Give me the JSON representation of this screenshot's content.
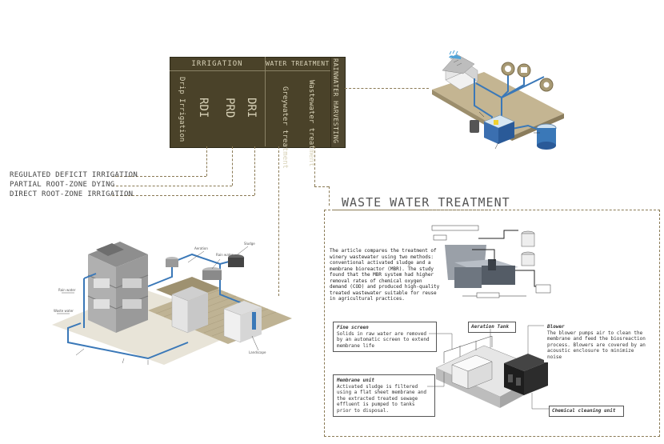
{
  "header": {
    "irrigation_label": "IRRIGATION",
    "water_treatment_label": "WATER TREATMENT",
    "rainwater_label": "RAINWATER HARVESTING",
    "col_drip": "Drip Irrigation",
    "col_rdi": "RDI",
    "col_prd": "PRD",
    "col_dri": "DRI",
    "col_greywater": "Greywater treatment",
    "col_wastewater": "Wastewater treatment"
  },
  "legend": {
    "rdi": "REGULATED DEFICIT IRRIGATION",
    "prd": "PARTIAL ROOT-ZONE DYING",
    "dri": "DIRECT ROOT-ZONE IRRIGATION"
  },
  "wwt": {
    "title": "WASTE WATER TREATMENT",
    "intro": "The article compares the treatment of winery wastewater using two methods: conventional activated sludge and a membrane bioreactor (MBR). The study found that the MBR system had higher removal rates of chemical oxygen demand (COD) and produced high-quality treated wastewater suitable for reuse in agricultural practices.",
    "fine_screen_title": "Fine screen",
    "fine_screen_text": "Solids in raw water are removed by an automatic screen to extend membrane life",
    "aeration_title": "Aeration Tank",
    "blower_title": "Blower",
    "blower_text": "The blower pumps air to clean the membrane and feed the biosreaction process. Blowers are covered by an acoustic enclosure to minimize noise",
    "membrane_title": "Membrane unit",
    "membrane_text": "Activated sludge is filtered using a flat sheet membrane and the extracted treated sewage effluent is pumped to tanks prior to disposal.",
    "chemical_title": "Chemical cleaning unit"
  },
  "colors": {
    "header_bg": "#4a4229",
    "header_text": "#d8d2b8",
    "dash": "#8a7a55",
    "pipe_blue": "#3a78b8",
    "sand": "#b9ab8a"
  }
}
